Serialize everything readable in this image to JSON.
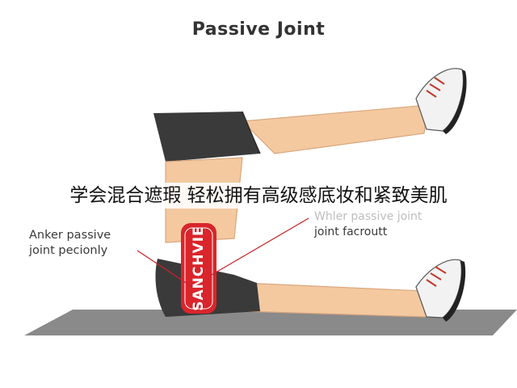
{
  "title": "Passive Joint",
  "banner": "学会混合遮瑕 轻松拥有高级感底妆和紧致美肌",
  "labels": {
    "left_line1": "Anker passive",
    "left_line2": "joint pecionly",
    "right_line1": "Whler passive joint",
    "right_line2": "joint facroutt"
  },
  "brace_text": "SANCHVIE",
  "colors": {
    "skin": "#f4c9a0",
    "shorts": "#3a3a3a",
    "mat": "#8a8a8a",
    "brace": "#d9252b",
    "pointer": "#c8252b"
  }
}
